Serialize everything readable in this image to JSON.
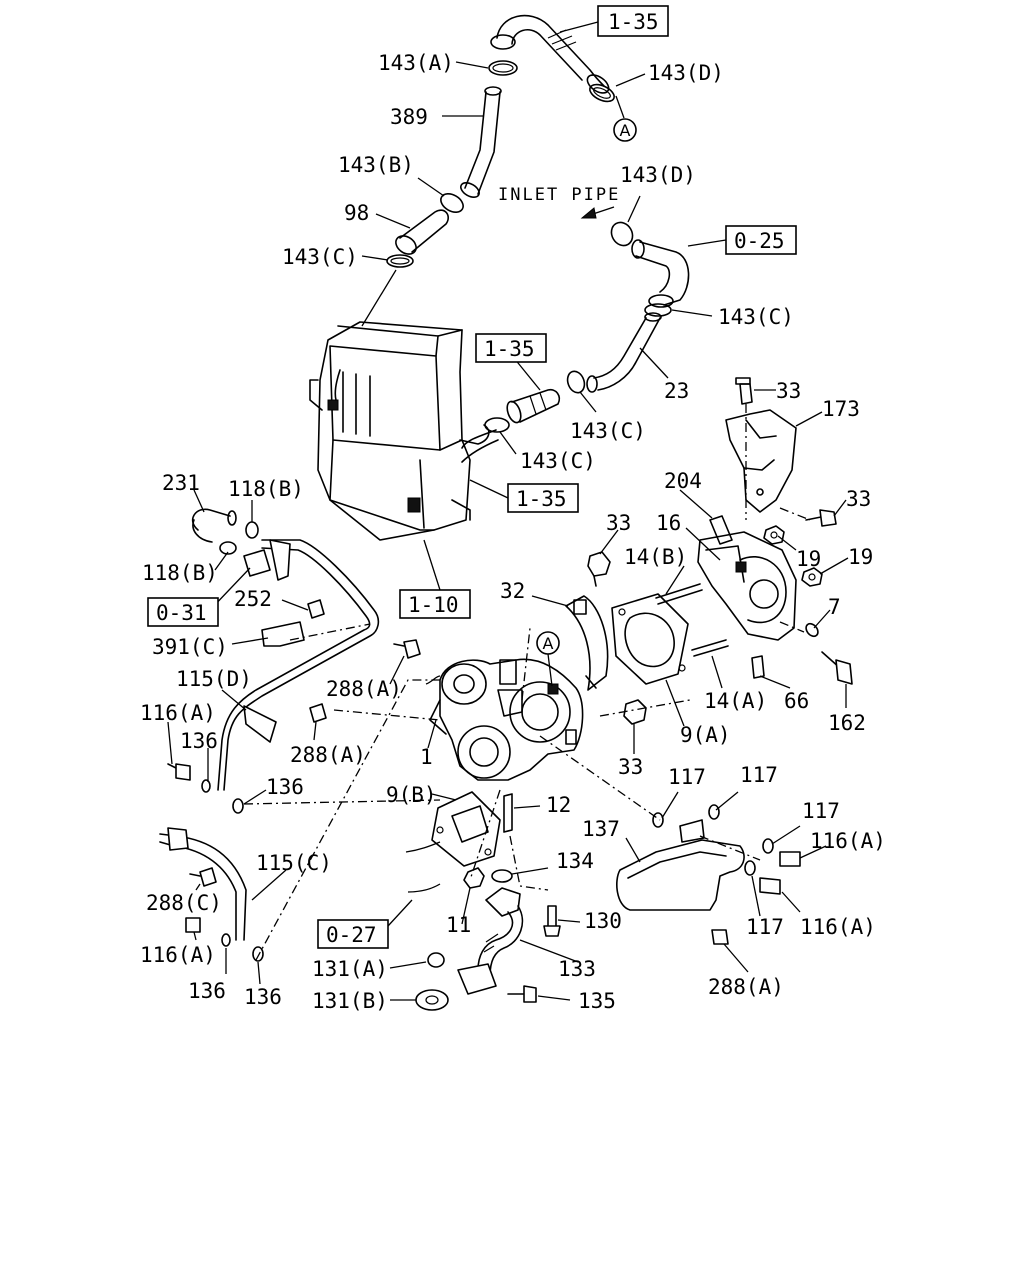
{
  "diagram": {
    "labels": [
      {
        "id": "ref-1-35-top",
        "text": "1-35",
        "boxed": true
      },
      {
        "id": "143a",
        "text": "143(A)"
      },
      {
        "id": "143d-top",
        "text": "143(D)"
      },
      {
        "id": "389",
        "text": "389"
      },
      {
        "id": "143b",
        "text": "143(B)"
      },
      {
        "id": "143d-mid",
        "text": "143(D)"
      },
      {
        "id": "98",
        "text": "98"
      },
      {
        "id": "ref-0-25",
        "text": "0-25",
        "boxed": true
      },
      {
        "id": "143c-left",
        "text": "143(C)"
      },
      {
        "id": "143c-right",
        "text": "143(C)"
      },
      {
        "id": "ref-1-35-mid",
        "text": "1-35",
        "boxed": true
      },
      {
        "id": "23",
        "text": "23"
      },
      {
        "id": "33-top",
        "text": "33"
      },
      {
        "id": "173",
        "text": "173"
      },
      {
        "id": "143c-center",
        "text": "143(C)"
      },
      {
        "id": "143c-lower",
        "text": "143(C)"
      },
      {
        "id": "231",
        "text": "231"
      },
      {
        "id": "118b-top",
        "text": "118(B)"
      },
      {
        "id": "ref-1-35-low",
        "text": "1-35",
        "boxed": true
      },
      {
        "id": "204",
        "text": "204"
      },
      {
        "id": "33-right",
        "text": "33"
      },
      {
        "id": "33-mid",
        "text": "33"
      },
      {
        "id": "16",
        "text": "16"
      },
      {
        "id": "19-a",
        "text": "19"
      },
      {
        "id": "19-b",
        "text": "19"
      },
      {
        "id": "118b-low",
        "text": "118(B)"
      },
      {
        "id": "14b",
        "text": "14(B)"
      },
      {
        "id": "32",
        "text": "32"
      },
      {
        "id": "ref-0-31",
        "text": "0-31",
        "boxed": true
      },
      {
        "id": "252",
        "text": "252"
      },
      {
        "id": "ref-1-10",
        "text": "1-10",
        "boxed": true
      },
      {
        "id": "7",
        "text": "7"
      },
      {
        "id": "391c",
        "text": "391(C)"
      },
      {
        "id": "115d",
        "text": "115(D)"
      },
      {
        "id": "288a-1",
        "text": "288(A)"
      },
      {
        "id": "14a",
        "text": "14(A)"
      },
      {
        "id": "66",
        "text": "66"
      },
      {
        "id": "116a-1",
        "text": "116(A)"
      },
      {
        "id": "162",
        "text": "162"
      },
      {
        "id": "136-1",
        "text": "136"
      },
      {
        "id": "288a-2",
        "text": "288(A)"
      },
      {
        "id": "9a",
        "text": "9(A)"
      },
      {
        "id": "1",
        "text": "1"
      },
      {
        "id": "33-low",
        "text": "33"
      },
      {
        "id": "136-2",
        "text": "136"
      },
      {
        "id": "117-1",
        "text": "117"
      },
      {
        "id": "117-2",
        "text": "117"
      },
      {
        "id": "9b",
        "text": "9(B)"
      },
      {
        "id": "12",
        "text": "12"
      },
      {
        "id": "117-3",
        "text": "117"
      },
      {
        "id": "137",
        "text": "137"
      },
      {
        "id": "116a-2",
        "text": "116(A)"
      },
      {
        "id": "115c",
        "text": "115(C)"
      },
      {
        "id": "134",
        "text": "134"
      },
      {
        "id": "288c",
        "text": "288(C)"
      },
      {
        "id": "130",
        "text": "130"
      },
      {
        "id": "11",
        "text": "11"
      },
      {
        "id": "117-4",
        "text": "117"
      },
      {
        "id": "116a-3",
        "text": "116(A)"
      },
      {
        "id": "ref-0-27",
        "text": "0-27",
        "boxed": true
      },
      {
        "id": "116a-4",
        "text": "116(A)"
      },
      {
        "id": "133",
        "text": "133"
      },
      {
        "id": "288a-3",
        "text": "288(A)"
      },
      {
        "id": "136-3",
        "text": "136"
      },
      {
        "id": "136-4",
        "text": "136"
      },
      {
        "id": "131a",
        "text": "131(A)"
      },
      {
        "id": "131b",
        "text": "131(B)"
      },
      {
        "id": "135",
        "text": "135"
      }
    ],
    "inlet_pipe_label": "INLET PIPE",
    "connector_mark_top": "A",
    "connector_mark_mid": "A"
  }
}
